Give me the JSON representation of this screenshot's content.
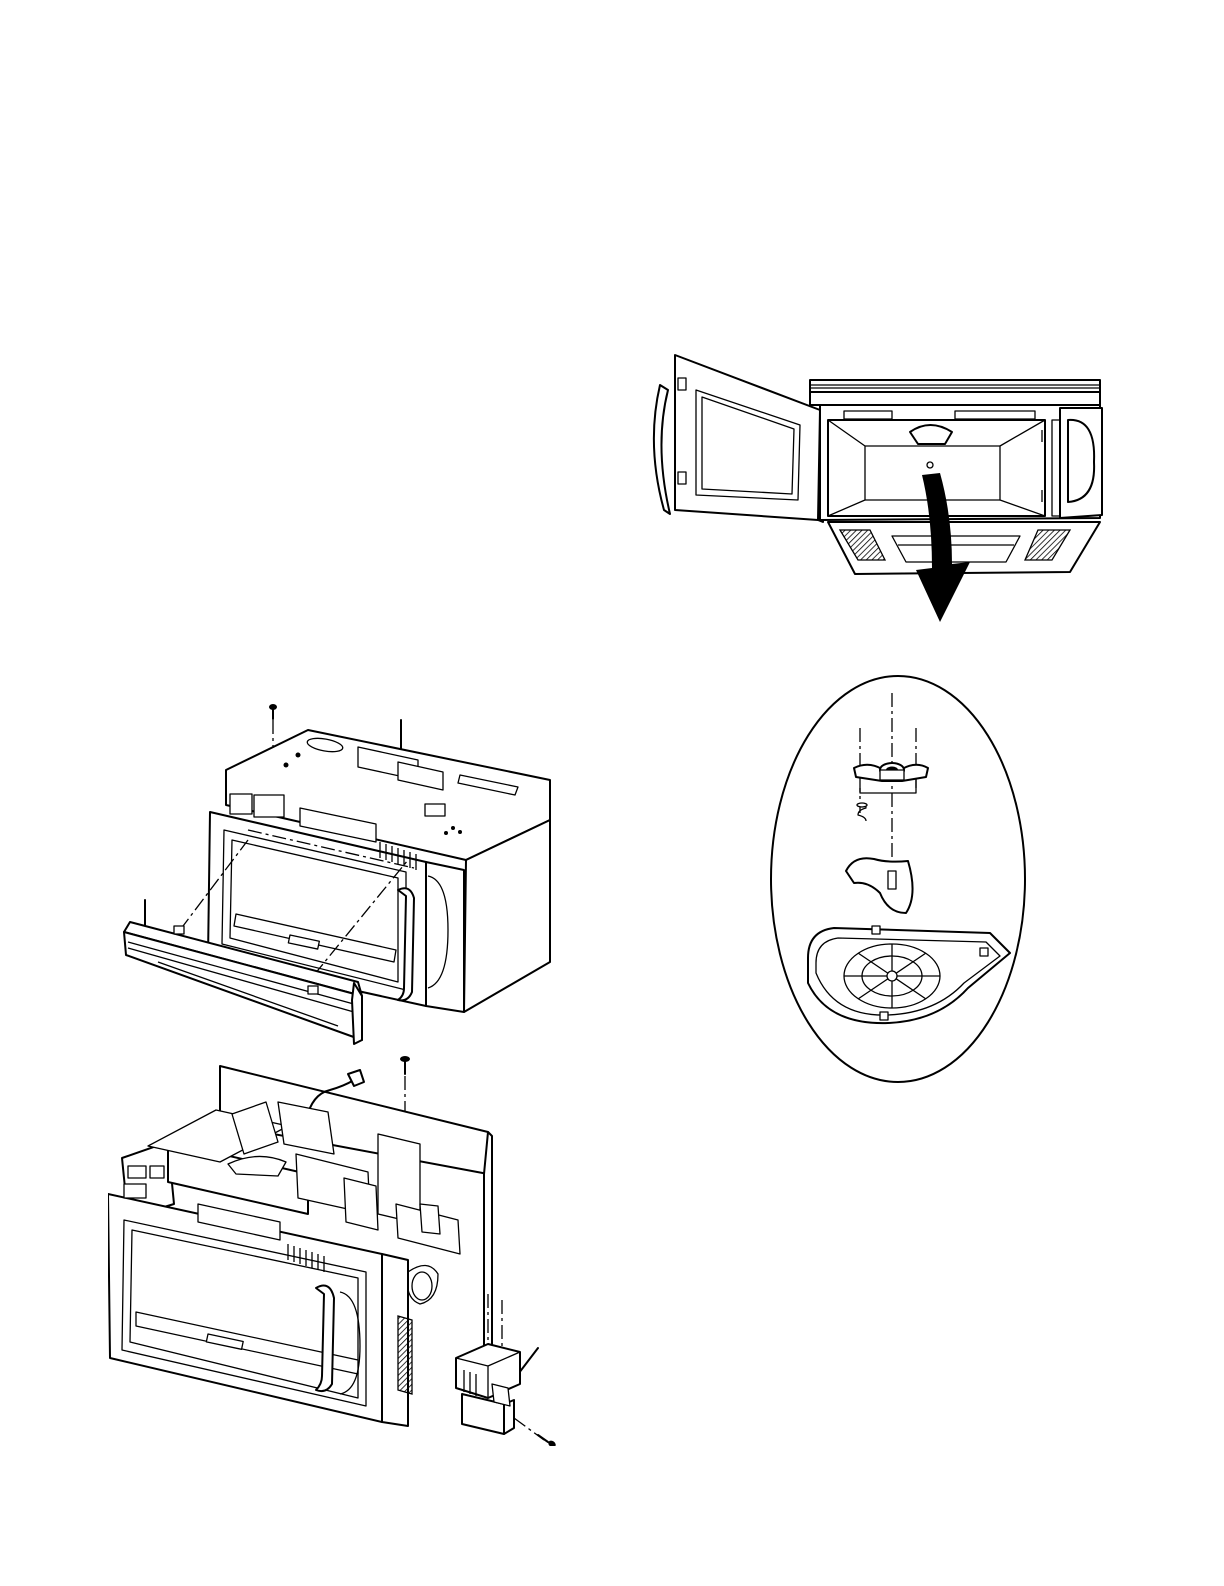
{
  "page": {
    "background": "#ffffff",
    "line_color": "#000000"
  },
  "figures": [
    {
      "id": "open-door-cavity",
      "icon": "microwave-open-door-illustration"
    },
    {
      "id": "stirrer-detail",
      "icon": "stirrer-assembly-exploded-illustration"
    },
    {
      "id": "grille-removal",
      "icon": "grille-removal-exploded-illustration"
    },
    {
      "id": "magnetron-removal",
      "icon": "magnetron-removal-exploded-illustration"
    }
  ]
}
